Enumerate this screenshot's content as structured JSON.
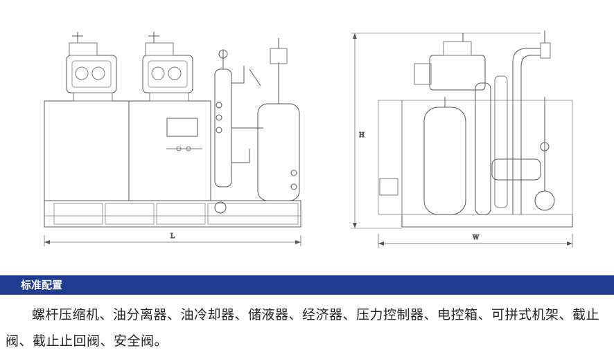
{
  "drawing": {
    "dimension_labels": {
      "length": "L",
      "width": "W",
      "height": "H"
    },
    "colors": {
      "line": "#555555",
      "thin": "#888888"
    }
  },
  "section": {
    "title": "标准配置",
    "band_color": "#1f3c8f"
  },
  "description": "螺杆压缩机、油分离器、油冷却器、储液器、经济器、压力控制器、电控箱、可拼式机架、截止阀、截止止回阀、安全阀。"
}
